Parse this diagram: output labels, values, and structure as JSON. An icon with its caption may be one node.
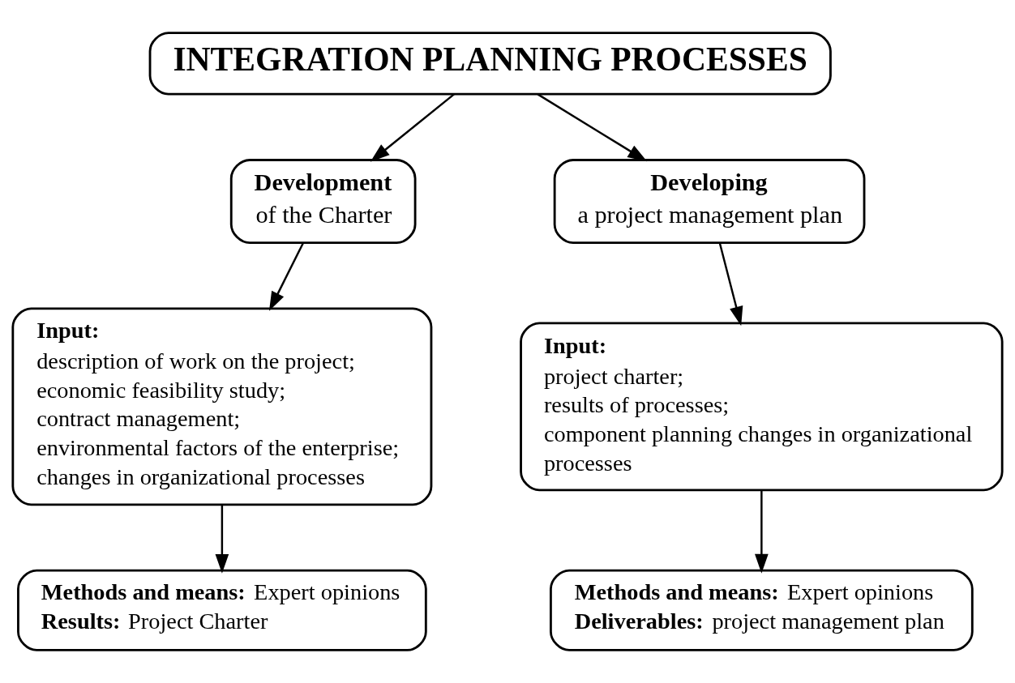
{
  "diagram": {
    "nodes": [
      {
        "text": [
          "INTEGRATION PLANNING PROCESSES"
        ]
      },
      {
        "text": [
          "Development",
          "of the Charter"
        ]
      },
      {
        "text": [
          "Developing",
          "a project management plan"
        ]
      },
      {
        "text": [
          "Input:",
          "description of work on the project;",
          "economic feasibility study;",
          "contract management;",
          "environmental factors of the enterprise;",
          "changes in organizational processes"
        ]
      },
      {
        "text": [
          "Input:",
          "project charter;",
          "results of processes;",
          "component planning changes in organizational processes"
        ]
      },
      {
        "text": [
          "**Methods and means:** Expert opinions",
          "**Results:** Project Charter"
        ]
      },
      {
        "text": [
          "**Methods and means:** Expert opinions",
          "**Deliverables:** project management plan"
        ]
      }
    ],
    "edges": [
      {
        "from": 0,
        "to": 1,
        "arrow": "to"
      },
      {
        "from": 0,
        "to": 2,
        "arrow": "to"
      },
      {
        "from": 1,
        "to": 3,
        "arrow": "to"
      },
      {
        "from": 2,
        "to": 4,
        "arrow": "to"
      },
      {
        "from": 3,
        "to": 5,
        "arrow": "to"
      },
      {
        "from": 4,
        "to": 6,
        "arrow": "to"
      }
    ]
  }
}
